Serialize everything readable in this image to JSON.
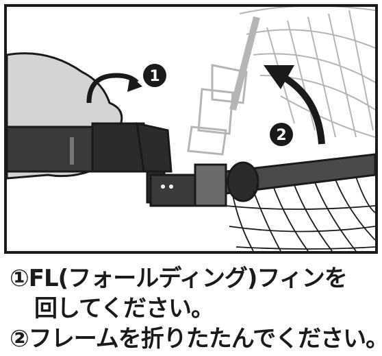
{
  "illustration": {
    "step_marker_1": "1",
    "step_marker_2": "2",
    "colors": {
      "outline": "#1a1a1a",
      "hand": "#d4d4d4",
      "ghost": "#b5b5b5",
      "dark_part": "#2b2b2b",
      "pole": "#4a4a4a"
    }
  },
  "instructions": [
    {
      "text": "①FL(フォールディング)フィンを"
    },
    {
      "text": "回してください。"
    },
    {
      "text": "②フレームを折りたたんでください。"
    }
  ]
}
